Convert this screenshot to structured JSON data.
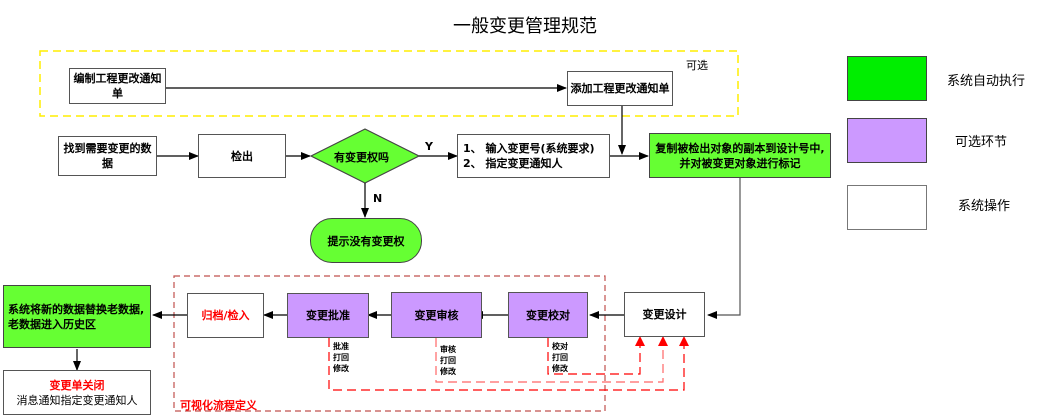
{
  "title": "一般变更管理规范",
  "optional_region": {
    "label": "可选",
    "nodes": {
      "compile_notice": "编制工程更改通知单",
      "add_notice": "添加工程更改通知单"
    }
  },
  "main_flow": {
    "find_data": "找到需要变更的数据",
    "checkout": "检出",
    "decision": "有变更权吗",
    "yes_label": "Y",
    "no_label": "N",
    "no_permission": "提示没有变更权",
    "input_steps": [
      "1、 输入变更号(系统要求)",
      "2、 指定变更通知人"
    ],
    "copy_mark": "复制被检出对象的副本到设计号中,并对被变更对象进行标记"
  },
  "workflow_region": {
    "label": "可视化流程定义",
    "nodes": {
      "design": "变更设计",
      "proofread": "变更校对",
      "review": "变更审核",
      "approve": "变更批准",
      "archive": "归档/检入"
    },
    "actions": {
      "approve": [
        "批准",
        "打回",
        "修改"
      ],
      "review": [
        "审核",
        "打回",
        "修改"
      ],
      "proofread": [
        "校对",
        "打回",
        "修改"
      ]
    }
  },
  "end_flow": {
    "replace_data": "系统将新的数据替换老数据,老数据进入历史区",
    "close_title": "变更单关闭",
    "close_desc": "消息通知指定变更通知人"
  },
  "legend": [
    {
      "label": "系统自动执行",
      "color": "#00ee00"
    },
    {
      "label": "可选环节",
      "color": "#cc99ff"
    },
    {
      "label": "系统操作",
      "color": "#ffffff"
    }
  ],
  "colors": {
    "auto": "#66ff33",
    "optional": "#cc99ff",
    "optional_border": "#ffee00",
    "workflow_border": "#c0504d",
    "feedback": "#ff0000"
  }
}
